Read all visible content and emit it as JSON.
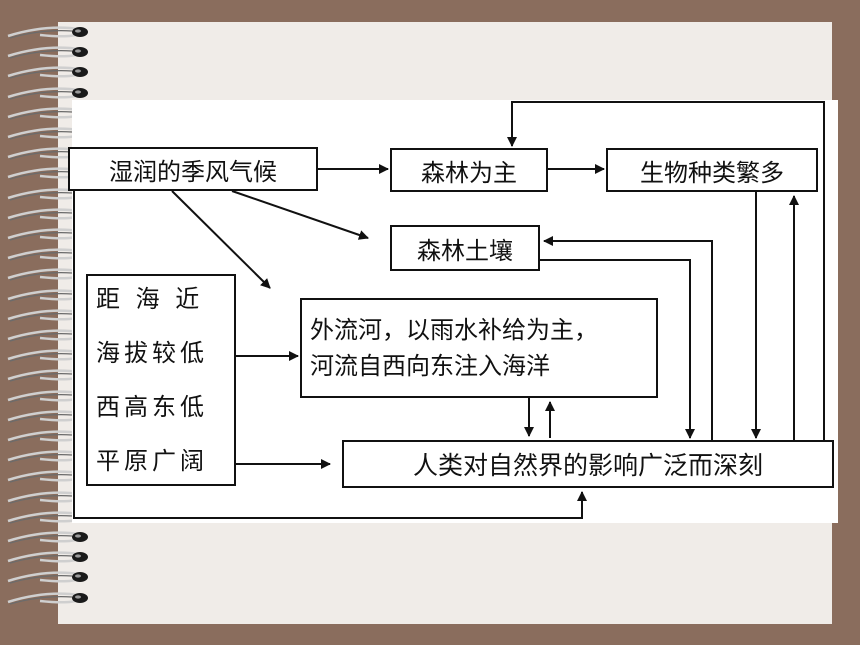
{
  "diagram": {
    "nodes": {
      "climate": "湿润的季风气候",
      "forest": "森林为主",
      "biodiversity": "生物种类繁多",
      "soil": "森林土壤",
      "geography": [
        "距 海 近",
        "海拔较低",
        "西高东低",
        "平原广阔"
      ],
      "rivers": [
        "外流河，以雨水补给为主，",
        "河流自西向东注入海洋"
      ],
      "human_impact": "人类对自然界的影响广泛而深刻"
    }
  },
  "colors": {
    "frame": "#8a6d5d",
    "page": "#f0ece8",
    "ink": "#111111"
  }
}
